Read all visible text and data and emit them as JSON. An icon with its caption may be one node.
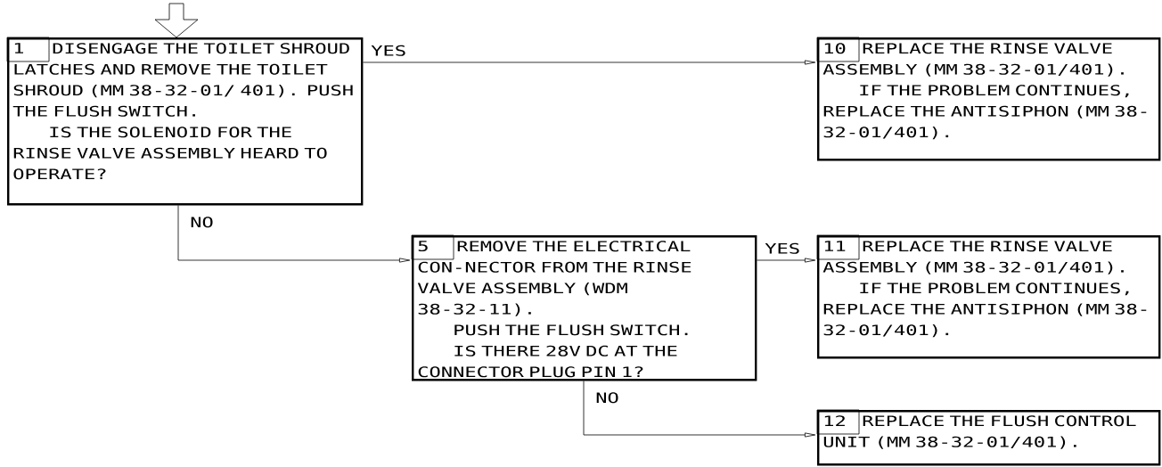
{
  "diagram": {
    "nodes": [
      {
        "text": [
          "1",
          "DISENGAGE THE TOILET SHROUD LATCHES AND REMOVE THE TOILET SHROUD (MM 38-32-01/ 401). PUSH THE FLUSH SWITCH.",
          "IS THE SOLENOID FOR THE RINSE VALVE ASSEMBLY HEARD TO OPERATE?"
        ]
      },
      {
        "text": [
          "10",
          "REPLACE THE RINSE VALVE ASSEMBLY (MM 38-32-01/401).",
          "IF THE PROBLEM CONTINUES, REPLACE THE ANTISIPHON (MM 38-32-01/401)."
        ]
      },
      {
        "text": [
          "5",
          "REMOVE THE ELECTRICAL CON-NECTOR FROM THE RINSE VALVE ASSEMBLY (WDM 38-32-11).",
          "PUSH THE FLUSH SWITCH.",
          "IS THERE 28V DC AT THE CONNECTOR PLUG PIN 1?"
        ]
      },
      {
        "text": [
          "11",
          "REPLACE THE RINSE VALVE ASSEMBLY (MM 38-32-01/401).",
          "IF THE PROBLEM CONTINUES, REPLACE THE ANTISIPHON (MM 38-32-01/401)."
        ]
      },
      {
        "text": [
          "12",
          "REPLACE THE FLUSH CONTROL UNIT (MM 38-32-01/401)."
        ]
      }
    ],
    "edges": [
      {
        "from": null,
        "to": 0,
        "arrow": "to"
      },
      {
        "from": 0,
        "to": 1,
        "arrow": "to",
        "label": "YES"
      },
      {
        "from": 0,
        "to": 2,
        "arrow": "to",
        "label": "NO"
      },
      {
        "from": 2,
        "to": 3,
        "arrow": "to",
        "label": "YES"
      },
      {
        "from": 2,
        "to": 4,
        "arrow": "to",
        "label": "NO"
      }
    ]
  }
}
